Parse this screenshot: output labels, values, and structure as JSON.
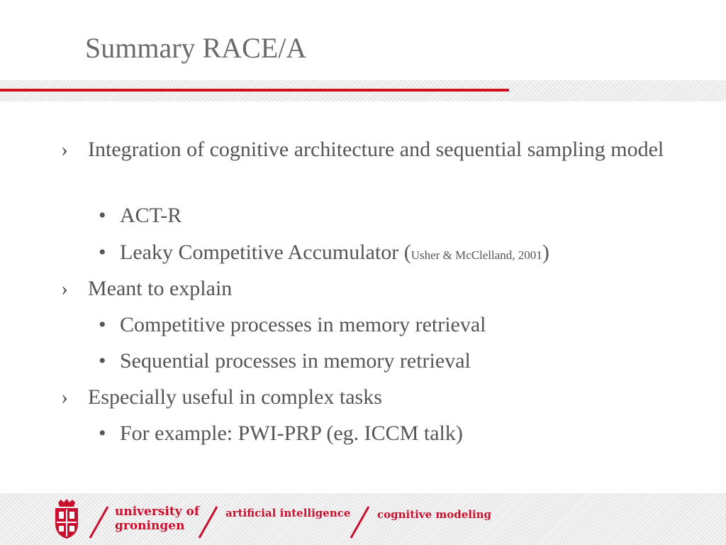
{
  "slide": {
    "title": "Summary RACE/A"
  },
  "bullets": {
    "marker_level1": "›",
    "marker_level2": "•",
    "b1": "Integration of cognitive architecture and sequential sampling model",
    "b1_sub1": "ACT-R",
    "b1_sub2_text": "Leaky Competitive Accumulator (",
    "b1_sub2_citation": "Usher & McClelland, 2001",
    "b1_sub2_close": ")",
    "b2": "Meant to explain",
    "b2_sub1": "Competitive processes in memory retrieval",
    "b2_sub2": "Sequential processes in memory retrieval",
    "b3": "Especially useful in complex tasks",
    "b3_sub1": "For example: PWI-PRP (eg. ICCM talk)"
  },
  "footer": {
    "university_line1": "university of",
    "university_line2": "groningen",
    "department1": "artificial intelligence",
    "department2": "cognitive modeling",
    "logo_icon": "university-crest-icon"
  },
  "colors": {
    "accent": "#d0101e",
    "text": "#555555",
    "title": "#6b6b6b"
  }
}
